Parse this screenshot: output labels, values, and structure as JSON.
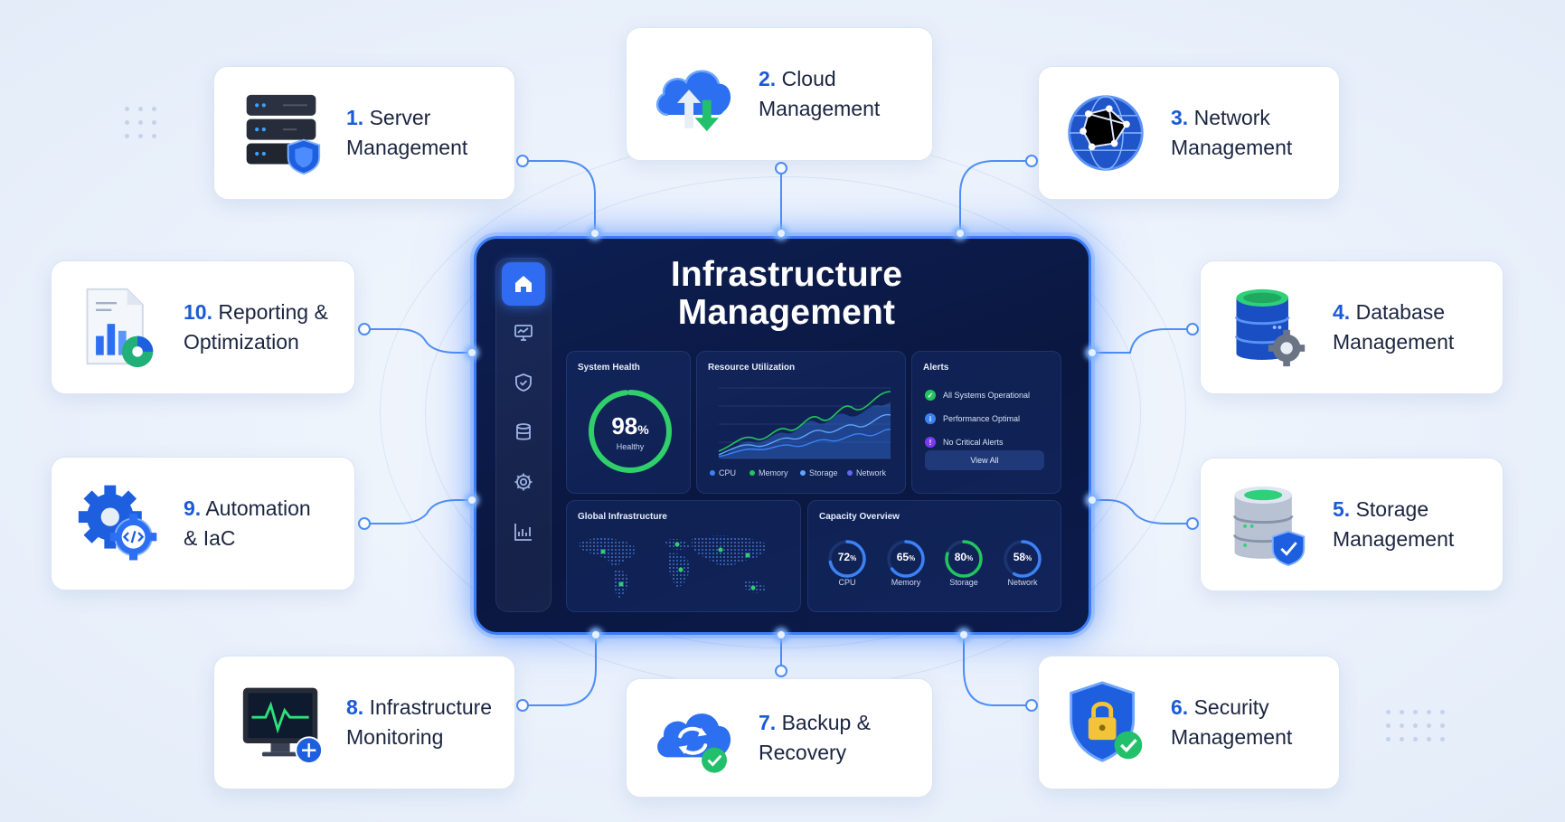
{
  "dashboard": {
    "title_line1": "Infrastructure",
    "title_line2": "Management",
    "sidebar_icons": [
      "home-icon",
      "monitor-icon",
      "shield-icon",
      "database-icon",
      "gear-icon",
      "chart-icon"
    ],
    "system_health": {
      "title": "System Health",
      "value": "98",
      "unit": "%",
      "status": "Healthy",
      "fraction": 0.98
    },
    "resource_utilization": {
      "title": "Resource Utilization",
      "legend": [
        {
          "name": "CPU",
          "color": "#3b82f6"
        },
        {
          "name": "Memory",
          "color": "#22c55e"
        },
        {
          "name": "Storage",
          "color": "#60a5fa"
        },
        {
          "name": "Network",
          "color": "#6366f1"
        }
      ]
    },
    "alerts": {
      "title": "Alerts",
      "items": [
        {
          "text": "All Systems Operational",
          "icon": "check-icon",
          "color": "#22c55e"
        },
        {
          "text": "Performance Optimal",
          "icon": "info-icon",
          "color": "#3b82f6"
        },
        {
          "text": "No Critical Alerts",
          "icon": "alert-icon",
          "color": "#7c3aed"
        }
      ],
      "view_all": "View All"
    },
    "global_infrastructure": {
      "title": "Global Infrastructure"
    },
    "capacity_overview": {
      "title": "Capacity Overview",
      "items": [
        {
          "label": "CPU",
          "value": "72",
          "unit": "%",
          "fraction": 0.72,
          "color": "#3b82f6"
        },
        {
          "label": "Memory",
          "value": "65",
          "unit": "%",
          "fraction": 0.65,
          "color": "#3b82f6"
        },
        {
          "label": "Storage",
          "value": "80",
          "unit": "%",
          "fraction": 0.8,
          "color": "#22c55e"
        },
        {
          "label": "Network",
          "value": "58",
          "unit": "%",
          "fraction": 0.58,
          "color": "#3b82f6"
        }
      ]
    }
  },
  "modules": [
    {
      "num": "1.",
      "line1": "Server",
      "line2": "Management",
      "icon": "server-icon"
    },
    {
      "num": "2.",
      "line1": "Cloud",
      "line2": "Management",
      "icon": "cloud-icon"
    },
    {
      "num": "3.",
      "line1": "Network",
      "line2": "Management",
      "icon": "globe-icon"
    },
    {
      "num": "4.",
      "line1": "Database",
      "line2": "Management",
      "icon": "database-icon"
    },
    {
      "num": "5.",
      "line1": "Storage",
      "line2": "Management",
      "icon": "storage-icon"
    },
    {
      "num": "6.",
      "line1": "Security",
      "line2": "Management",
      "icon": "lock-shield-icon"
    },
    {
      "num": "7.",
      "line1": "Backup &",
      "line2": "Recovery",
      "icon": "cloud-sync-icon"
    },
    {
      "num": "8.",
      "line1": "Infrastructure",
      "line2": "Monitoring",
      "icon": "monitor-icon"
    },
    {
      "num": "9.",
      "line1": "Automation",
      "line2": "& IaC",
      "icon": "gear-code-icon"
    },
    {
      "num": "10.",
      "line1": "Reporting &",
      "line2": "Optimization",
      "icon": "report-icon"
    }
  ]
}
